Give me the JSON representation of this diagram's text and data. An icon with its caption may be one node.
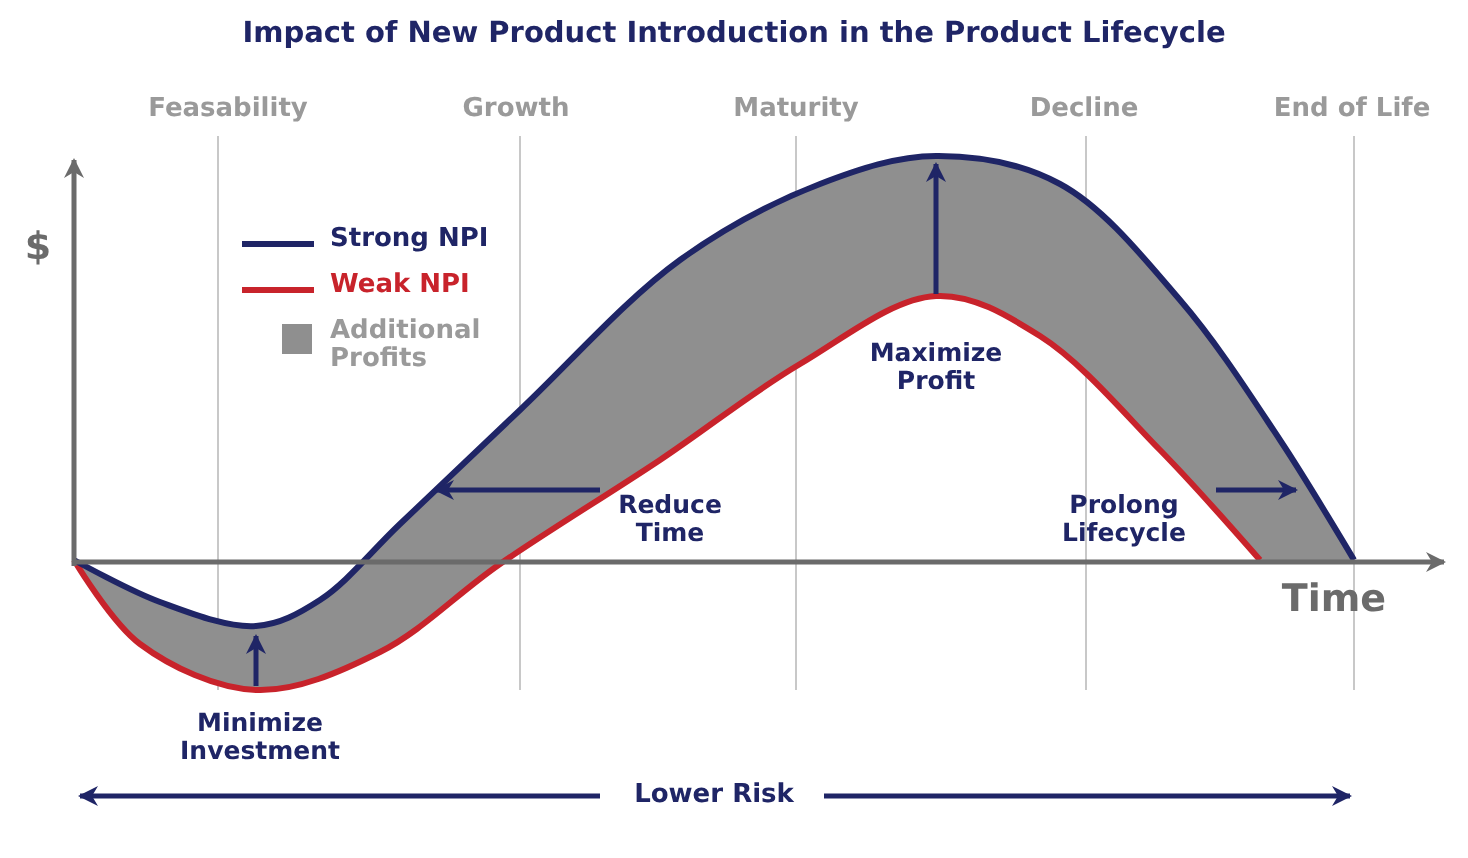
{
  "diagram": {
    "title": "Impact of New Product Introduction in the Product Lifecycle",
    "labels": [
      "Feasability",
      "Growth",
      "Maturity",
      "Decline",
      "End of Life",
      "$",
      "Maximize Profit",
      "Reduce Time",
      "Prolong Lifecycle",
      "Time",
      "Minimize Investment",
      "Lower Risk"
    ],
    "legend": [
      {
        "text": "Strong NPI"
      },
      {
        "text": "Weak NPI"
      },
      {
        "text": "Additional Profits",
        "color": "#8f8f8f"
      }
    ]
  }
}
